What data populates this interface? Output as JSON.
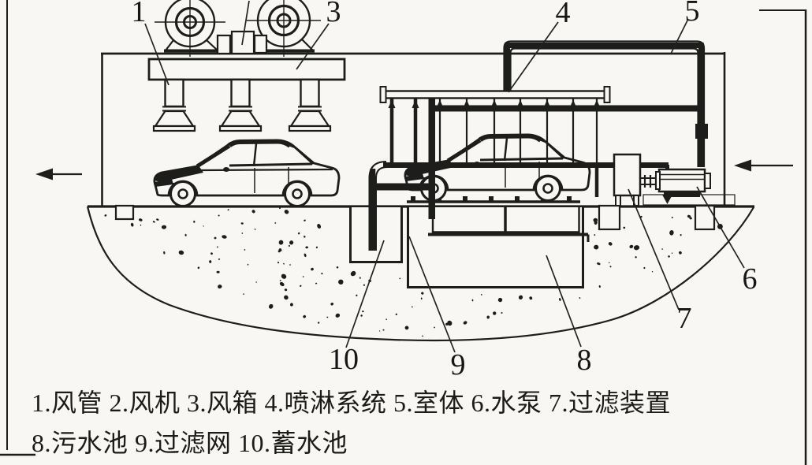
{
  "figure": {
    "type": "technical-line-diagram",
    "subject": "cross-section of a vehicle spray washing / cleaning room",
    "language": "zh",
    "caption": {
      "line1": "1.风管 2.风机 3.风箱 4.喷淋系统 5.室体 6.水泵 7.过滤装置",
      "line2": "8.污水池 9.过滤网 10.蓄水池"
    },
    "legend": [
      {
        "num": "1",
        "label": "风管"
      },
      {
        "num": "2",
        "label": "风机"
      },
      {
        "num": "3",
        "label": "风箱"
      },
      {
        "num": "4",
        "label": "喷淋系统"
      },
      {
        "num": "5",
        "label": "室体"
      },
      {
        "num": "6",
        "label": "水泵"
      },
      {
        "num": "7",
        "label": "过滤装置"
      },
      {
        "num": "8",
        "label": "污水池"
      },
      {
        "num": "9",
        "label": "过滤网"
      },
      {
        "num": "10",
        "label": "蓄水池"
      }
    ],
    "callouts": {
      "c1": "1",
      "c3": "3",
      "c4": "4",
      "c5": "5",
      "c6": "6",
      "c7": "7",
      "c8": "8",
      "c9": "9",
      "c10": "10"
    },
    "icons": {
      "left": "airflow-arrow-left-icon",
      "right": "airflow-arrow-right-icon"
    },
    "colors": {
      "background": "#f8f7f4",
      "ink": "#1d1d1b",
      "page_border": "#4a4a4a"
    }
  }
}
